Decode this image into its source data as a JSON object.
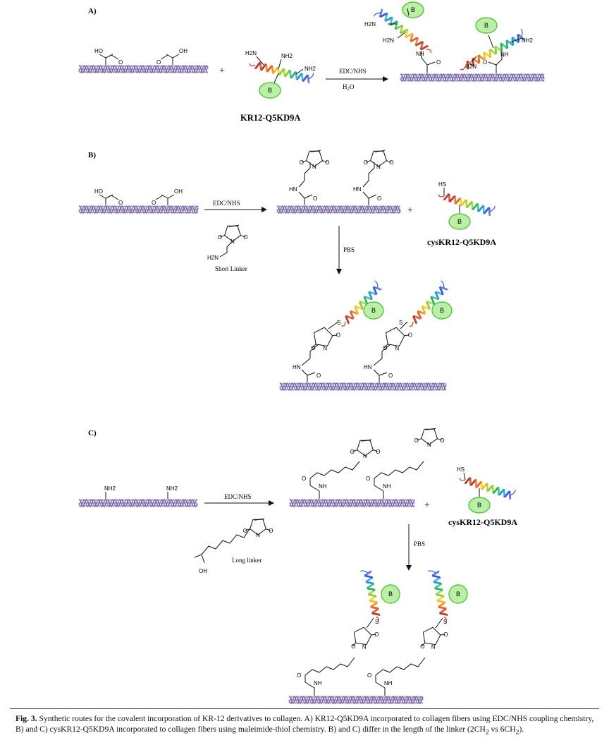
{
  "panels": {
    "a": {
      "label": "A)",
      "peptide_name": "KR12-Q5KD9A",
      "reagent": "EDC/NHS",
      "solvent_main": "H",
      "solvent_sub": "2",
      "solvent_end": "O",
      "group_cooh": "HO",
      "group_c_oh": "OH",
      "group_o": "O",
      "group_nh2": "NH2",
      "group_h2n": "H2N",
      "group_nh": "NH",
      "plus": "+"
    },
    "b": {
      "label": "B)",
      "reagent": "EDC/NHS",
      "linker_name": "Short Linker",
      "peptide_name": "cysKR12-Q5KD9A",
      "step2_reagent": "PBS",
      "group_hs": "HS",
      "group_s": "S",
      "group_n": "N",
      "group_o": "O",
      "group_hn": "HN",
      "group_h2n": "H2N",
      "plus": "+"
    },
    "c": {
      "label": "C)",
      "reagent": "EDC/NHS",
      "linker_name": "Long linker",
      "peptide_name": "cysKR12-Q5KD9A",
      "step2_reagent": "PBS",
      "group_nh2": "NH2",
      "group_nh": "NH",
      "group_hs": "HS",
      "group_oh": "OH",
      "plus": "+"
    }
  },
  "bead_label": "B",
  "caption": {
    "label": "Fig. 3.",
    "text": " Synthetic routes for the covalent incorporation of KR-12 derivatives to collagen. A) KR12-Q5KD9A incorporated to collagen fibers using EDC/NHS coupling chemistry, B) and C) cysKR12-Q5KD9A incorporated to collagen fibers using maleimide-thiol chemistry. B) and C) differ in the length of the linker (2CH",
    "sub1": "2",
    "mid": " vs 6CH",
    "sub2": "2",
    "end": ")."
  },
  "colors": {
    "collagen": "#7a6aa8",
    "collagen_light": "#a99ad0",
    "bead_fill": "#b9f0a6",
    "bead_stroke": "#58c13e",
    "helix": [
      "#c0392b",
      "#e8641c",
      "#f2c31a",
      "#8fce2a",
      "#27b36b",
      "#1e9fd0",
      "#3c5bd6"
    ]
  }
}
